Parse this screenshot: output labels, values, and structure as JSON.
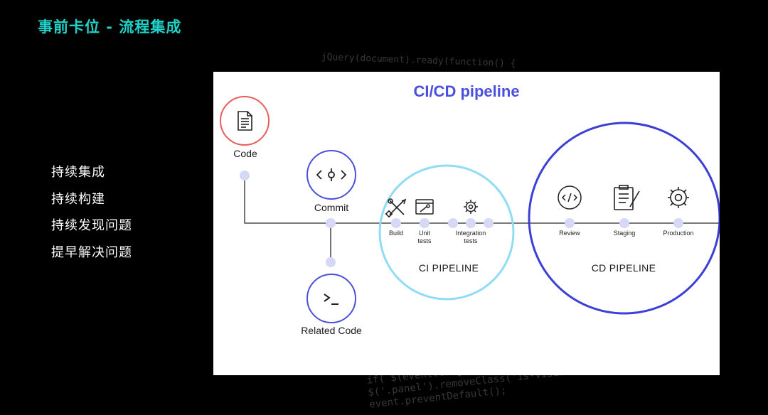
{
  "slide": {
    "title": "事前卡位 - 流程集成",
    "bullets": [
      "持续集成",
      "持续构建",
      "持续发现问题",
      "提早解决问题"
    ]
  },
  "background_code": {
    "top_line": "jQuery(document).ready(function() {",
    "bottom_lines": [
      "if( $(event.target",
      "$('.panel').removeClass('is-visible');",
      "event.preventDefault();"
    ]
  },
  "diagram": {
    "title": "CI/CD pipeline",
    "nodes": {
      "code": "Code",
      "commit": "Commit",
      "related_code": "Related Code"
    },
    "ci_steps": {
      "build": "Build",
      "unit_tests_1": "Unit",
      "unit_tests_2": "tests",
      "integration_tests_1": "Integration",
      "integration_tests_2": "tests"
    },
    "cd_steps": {
      "review": "Review",
      "staging": "Staging",
      "production": "Production"
    },
    "stages": {
      "ci": "CI PIPELINE",
      "cd": "CD PIPELINE"
    },
    "colors": {
      "title": "#4a4fe0",
      "code_ring": "#e85c5c",
      "node_ring": "#4b50d8",
      "ci_ring": "#8fdcf5",
      "cd_ring": "#3c3fd6",
      "dot": "#d6d8f7",
      "line": "#2a2a2a"
    }
  }
}
